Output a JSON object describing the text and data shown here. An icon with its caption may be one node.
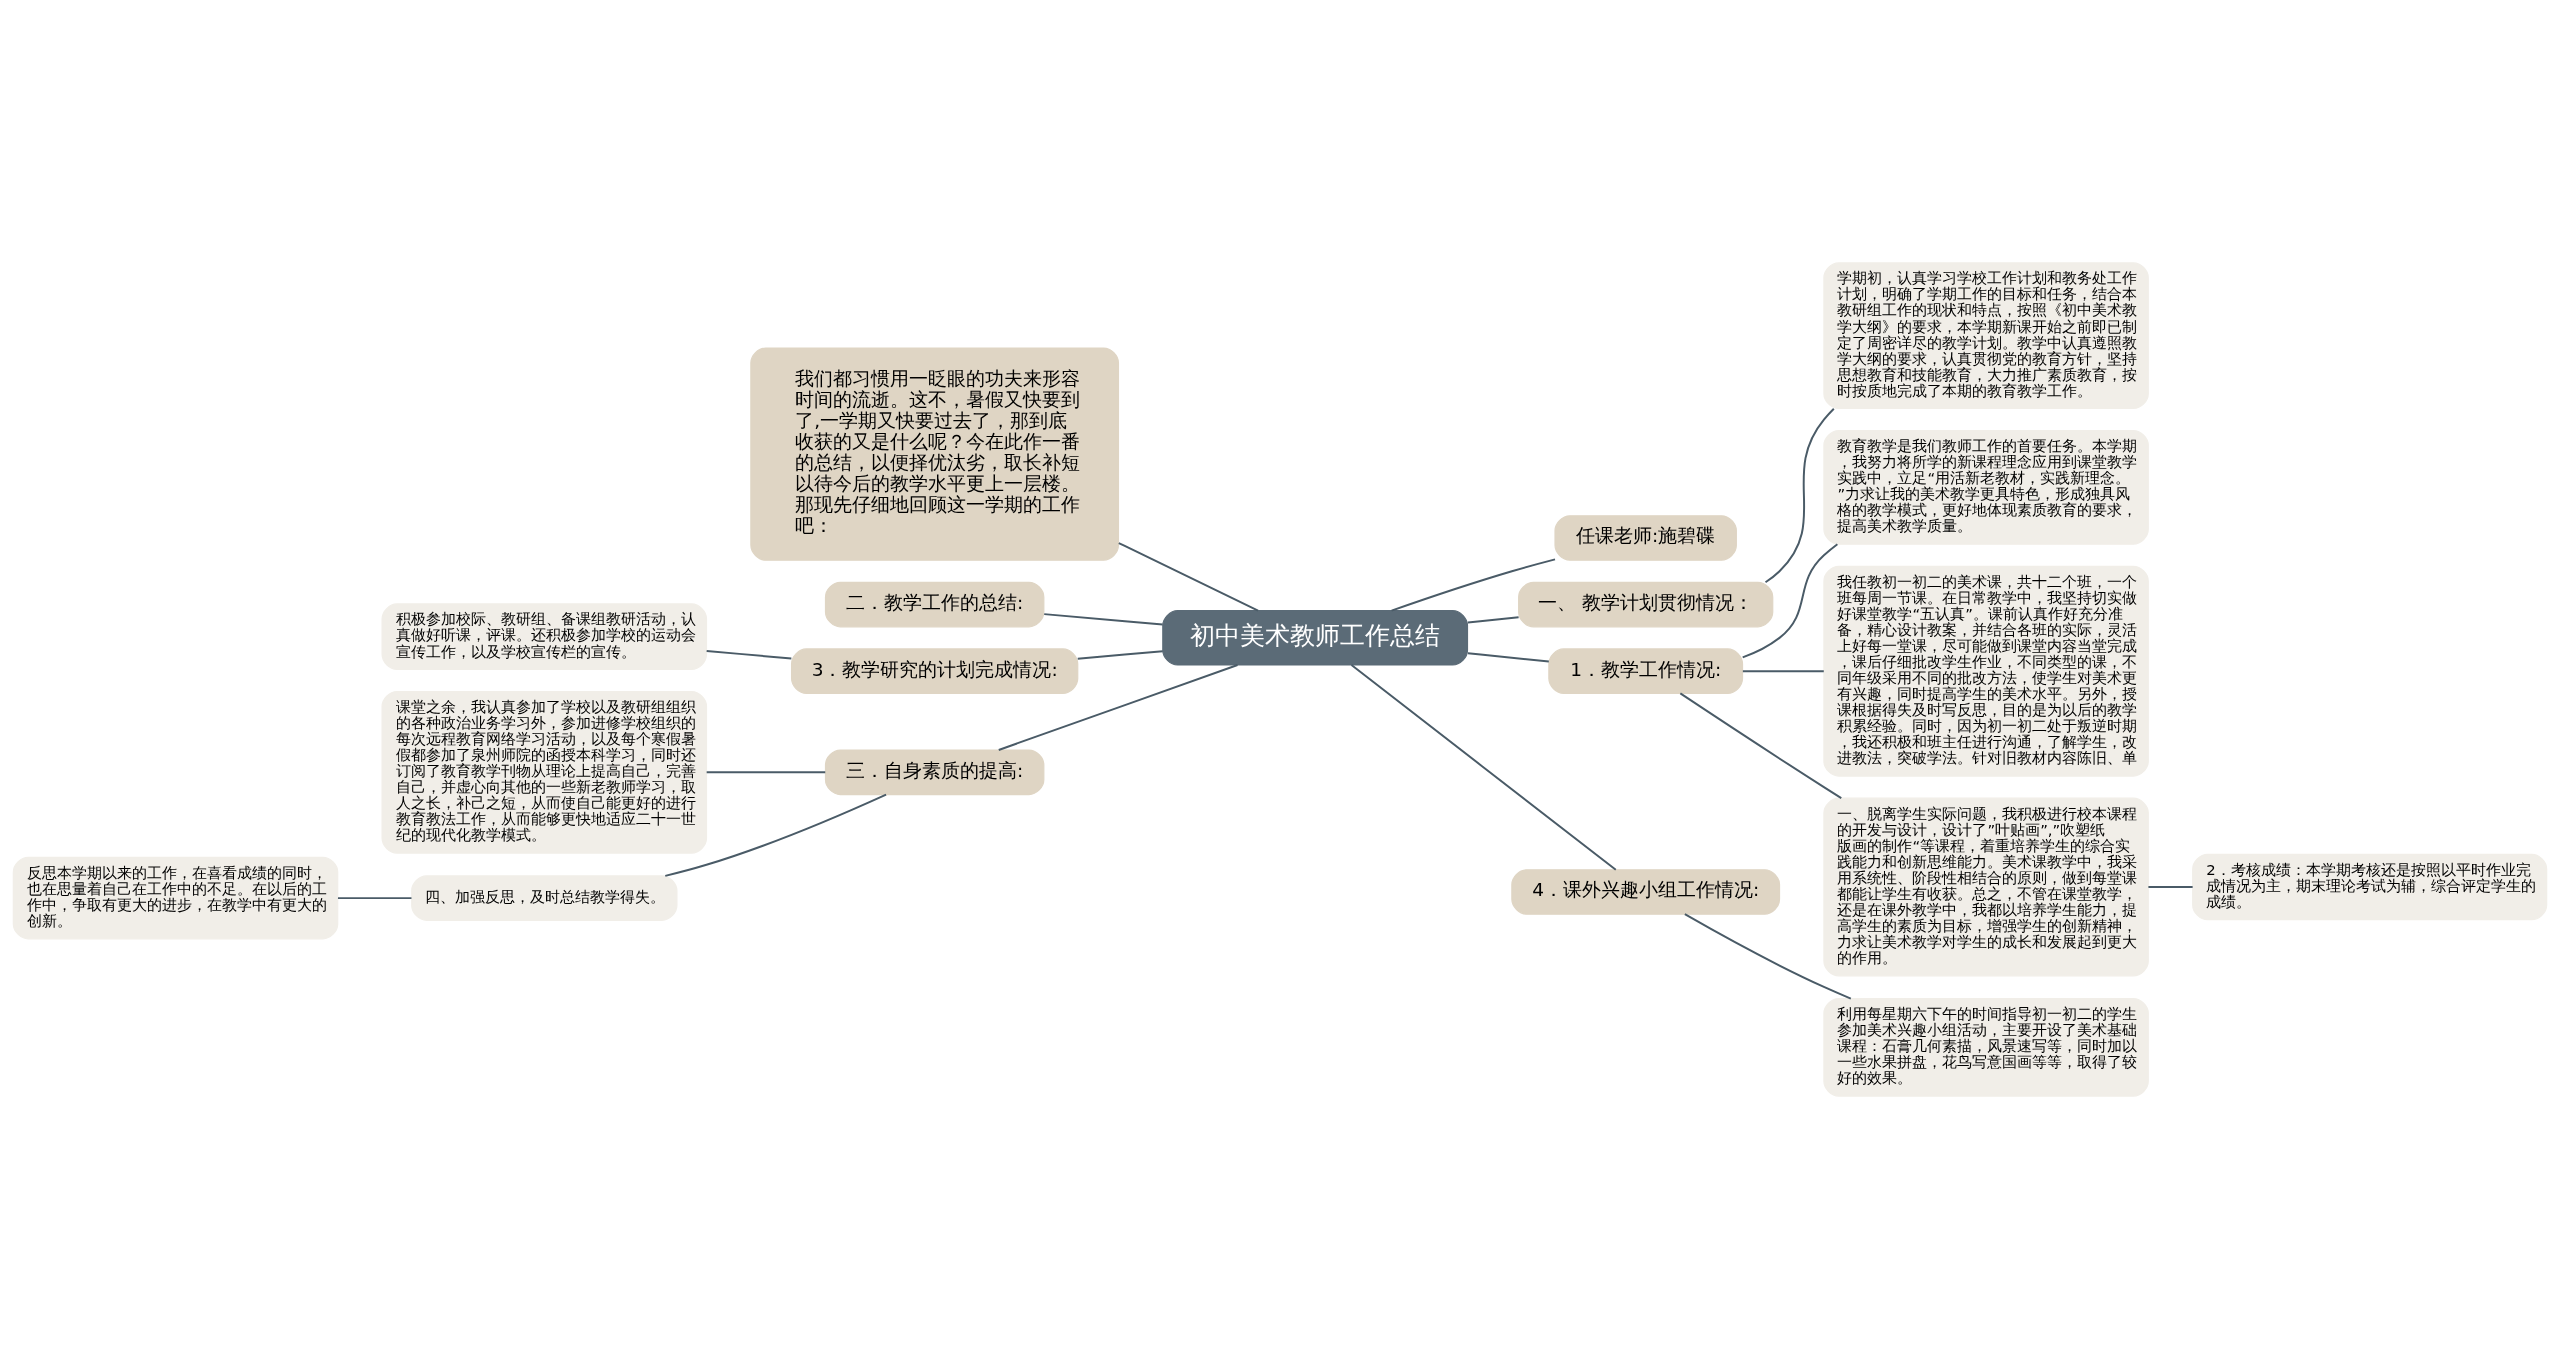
{
  "diagram": {
    "nodes": [
      {
        "text": [
          "初中美术教师工作总结"
        ]
      },
      {
        "text": [
          "任课老师:施碧碟"
        ]
      },
      {
        "text": [
          "一、 教学计划贯彻情况："
        ]
      },
      {
        "text": [
          "学期初，认真学习学校工作计划和教务处工作计划，明确了学期工作的目标和任务，结合本教研组工作的现状和特点，按照《初中美术教学大纲》的要求，本学期新课开始之前即已制定了周密详尽的教学计划。教学中认真遵照教学大纲的要求，认真贯彻党的教育方针，坚持思想教育和技能教育，大力推广素质教育，按时按质地完成了本期的教育教学工作。"
        ]
      },
      {
        "text": [
          "1．教学工作情况:"
        ]
      },
      {
        "text": [
          "教育教学是我们教师工作的首要任务。本学期，我努力将所学的新课程理念应用到课堂教学实践中，立足“用活新老教材，实践新理念。”力求让我的美术教学更具特色，形成独具风格的教学模式，更好地体现素质教育的要求，提高美术教学质量。"
        ]
      },
      {
        "text": [
          "我任教初一初二的美术课，共十二个班，一个班每周一节课。在日常教学中，我坚持切实做好课堂教学“五认真”。课前认真作好充分准备，精心设计教案，并结合各班的实际，灵活上好每一堂课，尽可能做到课堂内容当堂完成，课后仔细批改学生作业，不同类型的课，不同年级采用不同的批改方法，使学生对美术更有兴趣，同时提高学生的美术水平。另外，授课根据得失及时写反思，目的是为以后的教学积累经验。同时，因为初一初二处于叛逆时期，我还积极和班主任进行沟通，了解学生，改进教法，突破学法。针对旧教材内容陈旧、单"
        ]
      },
      {
        "text": [
          "一、脱离学生实际问题，我积极进行校本课程的开发与设计，设计了”叶贴画”,”吹塑纸版画的制作“等课程，着重培养学生的综合实践能力和创新思维能力。美术课教学中，我采用系统性、阶段性相结合的原则，做到每堂课都能让学生有收获。总之，不管在课堂教学，还是在课外教学中，我都以培养学生能力，提高学生的素质为目标，增强学生的创新精神，力求让美术教学对学生的成长和发展起到更大的作用。"
        ]
      },
      {
        "text": [
          "2．考核成绩：本学期考核还是按照以平时作业完成情况为主，期末理论考试为辅，综合评定学生的成绩。"
        ]
      },
      {
        "text": [
          "4．课外兴趣小组工作情况:"
        ]
      },
      {
        "text": [
          "利用每星期六下午的时间指导初一初二的学生参加美术兴趣小组活动，主要开设了美术基础课程：石膏几何素描，风景速写等，同时加以一些水果拼盘，花鸟写意国画等等，取得了较好的效果。"
        ]
      },
      {
        "text": [
          "我们都习惯用一眨眼的功夫来形容时间的流逝。这不，暑假又快要到了,一学期又快要过去了，那到底收获的又是什么呢？今在此作一番的总结，以便择优汰劣，取长补短以待今后的教学水平更上一层楼。那现先仔细地回顾这一学期的工作吧："
        ]
      },
      {
        "text": [
          "二．教学工作的总结:"
        ]
      },
      {
        "text": [
          "3．教学研究的计划完成情况:"
        ]
      },
      {
        "text": [
          "积极参加校际、教研组、备课组教研活动，认真做好听课，评课。还积极参加学校的运动会宣传工作，以及学校宣传栏的宣传。"
        ]
      },
      {
        "text": [
          "三．自身素质的提高:"
        ]
      },
      {
        "text": [
          "课堂之余，我认真参加了学校以及教研组组织的各种政治业务学习外，参加进修学校组织的每次远程教育网络学习活动，以及每个寒假暑假都参加了泉州师院的函授本科学习，同时还订阅了教育教学刊物从理论上提高自己，完善自己，并虚心向其他的一些新老教师学习，取人之长，补己之短，从而使自己能更好的进行教育教法工作，从而能够更快地适应二十一世纪的现代化教学模式。"
        ]
      },
      {
        "text": [
          "四、加强反思，及时总结教学得失。"
        ]
      },
      {
        "text": [
          "反思本学期以来的工作，在喜看成绩的同时，也在思量着自己在工作中的不足。在以后的工作中，争取有更大的进步，在教学中有更大的创新。"
        ]
      }
    ],
    "edges": [
      {
        "from": 0,
        "to": 1,
        "arrow": "none"
      },
      {
        "from": 0,
        "to": 2,
        "arrow": "none"
      },
      {
        "from": 2,
        "to": 3,
        "arrow": "none"
      },
      {
        "from": 0,
        "to": 4,
        "arrow": "none"
      },
      {
        "from": 4,
        "to": 5,
        "arrow": "none"
      },
      {
        "from": 4,
        "to": 6,
        "arrow": "none"
      },
      {
        "from": 4,
        "to": 7,
        "arrow": "none"
      },
      {
        "from": 7,
        "to": 8,
        "arrow": "none"
      },
      {
        "from": 0,
        "to": 9,
        "arrow": "none"
      },
      {
        "from": 9,
        "to": 10,
        "arrow": "none"
      },
      {
        "from": 0,
        "to": 11,
        "arrow": "none"
      },
      {
        "from": 0,
        "to": 12,
        "arrow": "none"
      },
      {
        "from": 0,
        "to": 13,
        "arrow": "none"
      },
      {
        "from": 13,
        "to": 14,
        "arrow": "none"
      },
      {
        "from": 0,
        "to": 15,
        "arrow": "none"
      },
      {
        "from": 15,
        "to": 16,
        "arrow": "none"
      },
      {
        "from": 15,
        "to": 17,
        "arrow": "none"
      },
      {
        "from": 17,
        "to": 18,
        "arrow": "none"
      }
    ]
  }
}
